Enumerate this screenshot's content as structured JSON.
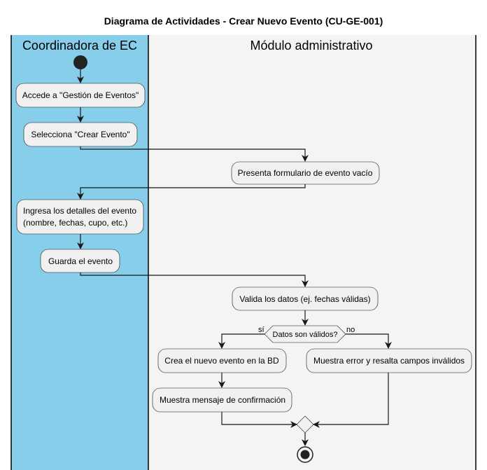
{
  "title": "Diagrama de Actividades - Crear Nuevo Evento (CU-GE-001)",
  "colors": {
    "lane_left": "#87CEEB",
    "lane_right": "#F4F4F4",
    "node_fill": "#F1F1F1",
    "line": "#181818"
  },
  "lanes": {
    "left": "Coordinadora de EC",
    "right": "Módulo administrativo"
  },
  "activities": {
    "a1": "Accede a \"Gestión de Eventos\"",
    "a2": "Selecciona \"Crear Evento\"",
    "a3": "Presenta formulario de evento vacío",
    "a4_line1": "Ingresa los detalles del evento",
    "a4_line2": "(nombre, fechas, cupo, etc.)",
    "a5": "Guarda el evento",
    "a6": "Valida los datos (ej. fechas válidas)",
    "a7": "Crea el nuevo evento en la BD",
    "a8": "Muestra mensaje de confirmación",
    "a9": "Muestra error y resalta campos inválidos"
  },
  "decision": {
    "question": "Datos son válidos?",
    "yes": "sí",
    "no": "no"
  }
}
